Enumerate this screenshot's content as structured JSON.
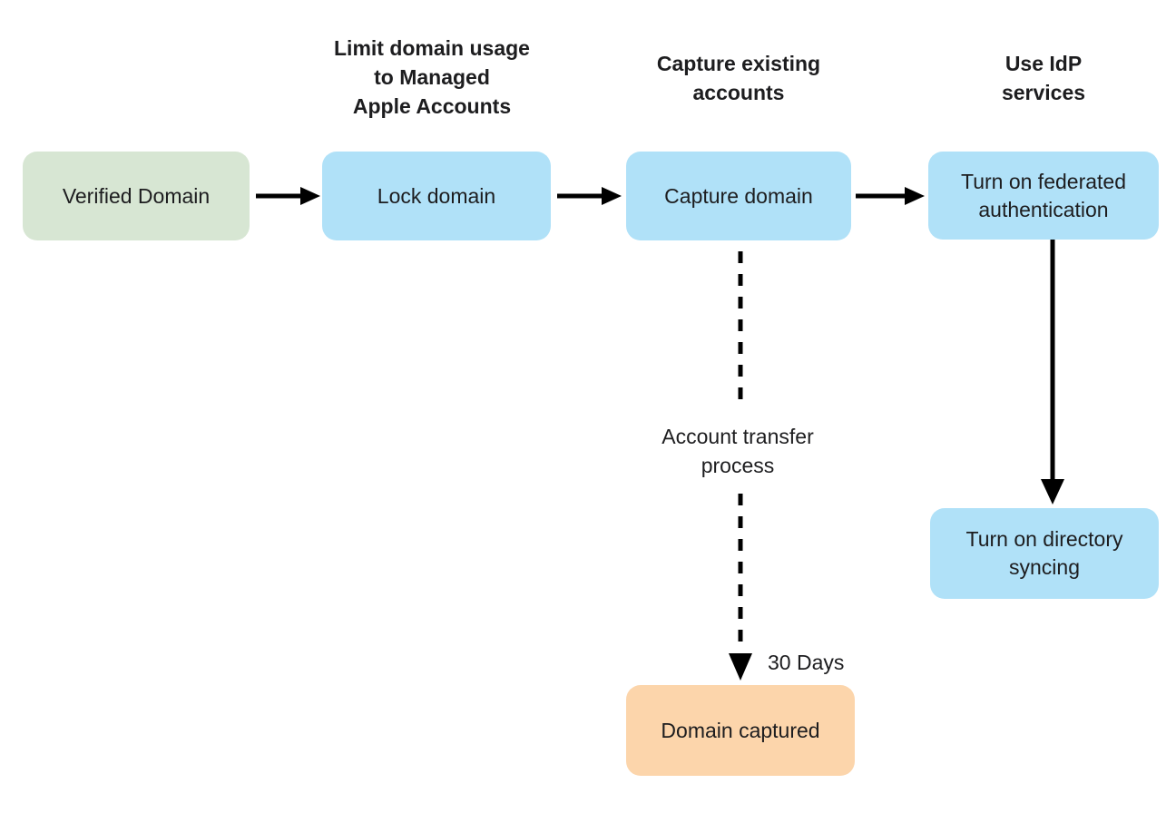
{
  "diagram": {
    "title_hint": "Domain capture and federated authentication flow",
    "colors": {
      "node_green": "#d7e6d3",
      "node_blue": "#b0e1f8",
      "node_orange": "#fcd5ab",
      "text": "#1d1d1f",
      "arrow": "#000000",
      "background": "#ffffff"
    },
    "nodes": {
      "verified": {
        "label": "Verified Domain",
        "color_key": "node_green"
      },
      "lock": {
        "label": "Lock domain",
        "color_key": "node_blue"
      },
      "capture": {
        "label": "Capture domain",
        "color_key": "node_blue"
      },
      "federated": {
        "label": "Turn on federated\nauthentication",
        "color_key": "node_blue"
      },
      "directory": {
        "label": "Turn on directory\nsyncing",
        "color_key": "node_blue"
      },
      "captured": {
        "label": "Domain captured",
        "color_key": "node_orange"
      }
    },
    "annotations": {
      "limit": "Limit domain usage\nto Managed\nApple Accounts",
      "capture_existing": "Capture existing\naccounts",
      "idp": "Use IdP\nservices",
      "transfer": "Account transfer\nprocess",
      "days": "30 Days"
    },
    "edges": [
      {
        "from": "verified",
        "to": "lock",
        "style": "solid"
      },
      {
        "from": "lock",
        "to": "capture",
        "style": "solid"
      },
      {
        "from": "capture",
        "to": "federated",
        "style": "solid"
      },
      {
        "from": "federated",
        "to": "directory",
        "style": "solid"
      },
      {
        "from": "capture",
        "to": "captured",
        "style": "dashed",
        "label": "Account transfer process / 30 Days"
      }
    ]
  }
}
